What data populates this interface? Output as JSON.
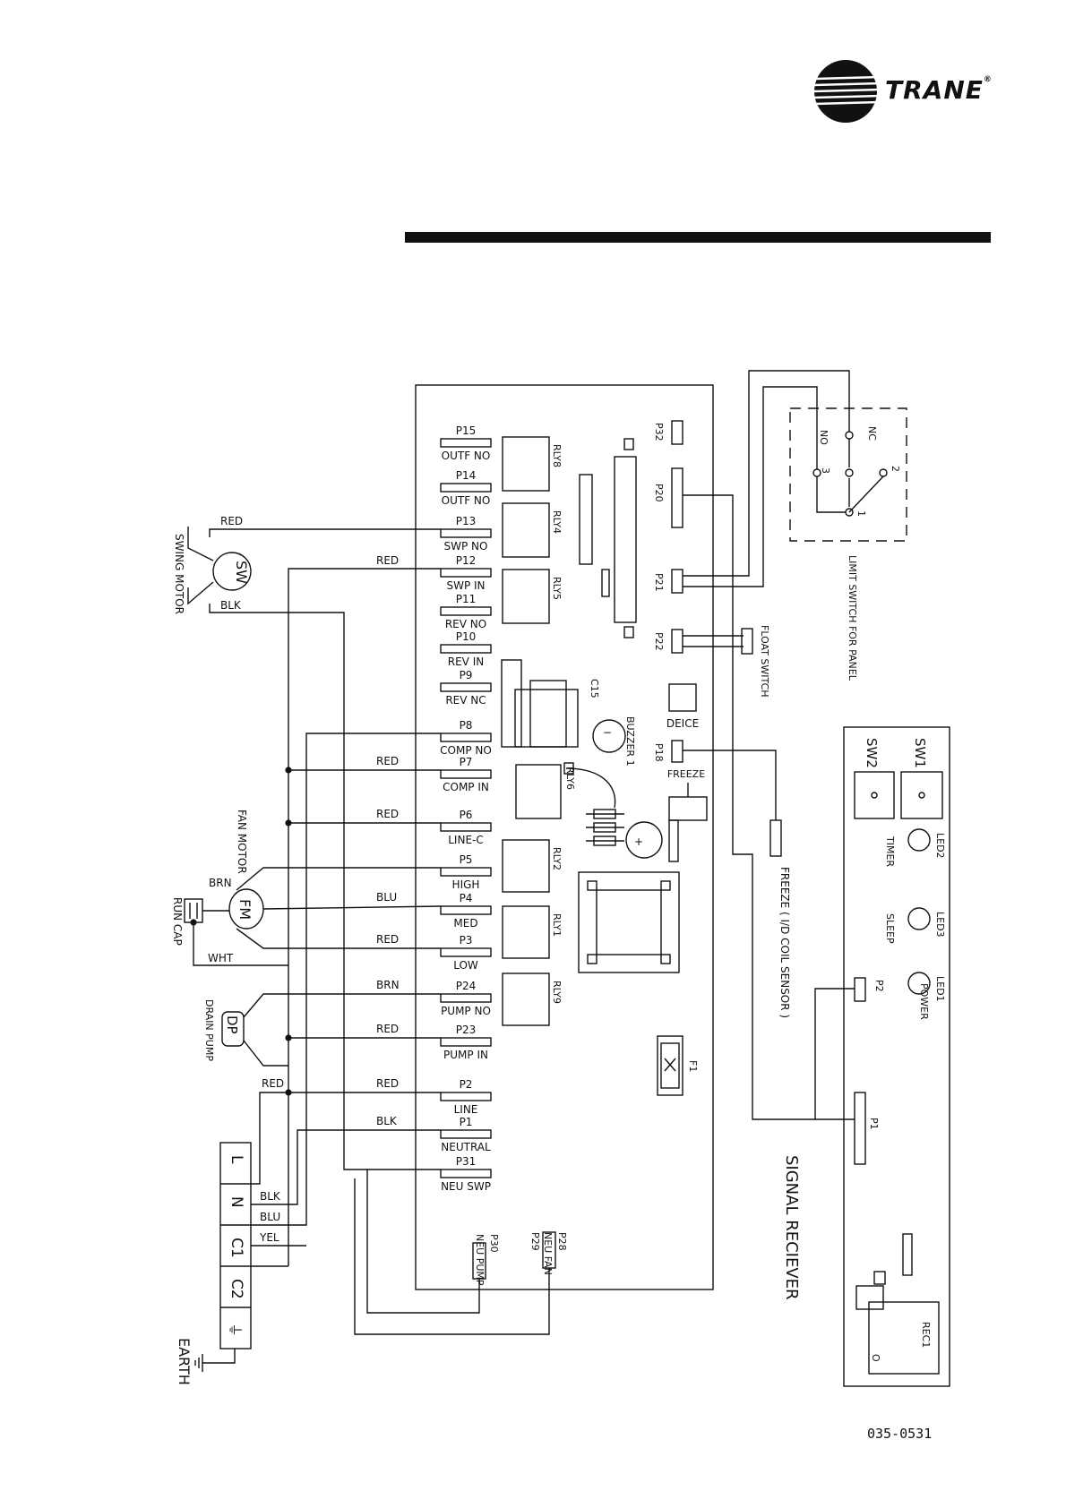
{
  "brand": {
    "name": "TRANE",
    "registered_mark": "®"
  },
  "doc_number": "035-0531",
  "board": {
    "terminals": [
      {
        "id": "P15",
        "label": "OUTF NO"
      },
      {
        "id": "P14",
        "label": "OUTF NO"
      },
      {
        "id": "P13",
        "label": "SWP NO"
      },
      {
        "id": "P12",
        "label": "SWP IN"
      },
      {
        "id": "P11",
        "label": "REV NO"
      },
      {
        "id": "P10",
        "label": "REV IN"
      },
      {
        "id": "P9",
        "label": "REV NC"
      },
      {
        "id": "P8",
        "label": "COMP NO"
      },
      {
        "id": "P7",
        "label": "COMP IN"
      },
      {
        "id": "P6",
        "label": "LINE-C"
      },
      {
        "id": "P5",
        "label": "HIGH"
      },
      {
        "id": "P4",
        "label": "MED"
      },
      {
        "id": "P3",
        "label": "LOW"
      },
      {
        "id": "P24",
        "label": "PUMP NO"
      },
      {
        "id": "P23",
        "label": "PUMP IN"
      },
      {
        "id": "P2",
        "label": "LINE"
      },
      {
        "id": "P1",
        "label": "NEUTRAL"
      },
      {
        "id": "P31",
        "label": "NEU SWP"
      }
    ],
    "relays": [
      "RLY8",
      "RLY4",
      "RLY5",
      "RLY6",
      "RLY2",
      "RLY1",
      "RLY9"
    ],
    "connectors": [
      "P32",
      "P20",
      "P21",
      "P22",
      "P18",
      "P28",
      "P29",
      "P30"
    ],
    "neu_fan": "NEU FAN",
    "neu_pump": "NEU PUMP",
    "c15": "C15",
    "buzzer": "BUZZER 1",
    "deice": "DEICE",
    "freeze": "FREEZE",
    "fuse": "F1"
  },
  "external": {
    "swing_motor": "SWING MOTOR",
    "sw_symbol": "SW",
    "fan_motor": "FAN MOTOR",
    "fm_symbol": "FM",
    "run_cap": "RUN CAP",
    "drain_pump": "DRAIN PUMP",
    "dp_symbol": "DP",
    "earth": "EARTH",
    "terminal_block": [
      "L",
      "N",
      "C1",
      "C2"
    ],
    "limit_switch": "LIMIT SWITCH FOR PANEL",
    "ls_no": "NO",
    "ls_nc": "NC",
    "ls_pins": [
      "1",
      "2",
      "3"
    ],
    "float_switch": "FLOAT SWITCH",
    "freeze_sensor": "FREEZE ( I/D COIL SENSOR )"
  },
  "wire_colors": {
    "red": "RED",
    "blk": "BLK",
    "brn": "BRN",
    "blu": "BLU",
    "wht": "WHT",
    "yel": "YEL"
  },
  "receiver": {
    "title": "SIGNAL RECIEVER",
    "sw1": "SW1",
    "sw2": "SW2",
    "led2": "LED2",
    "timer": "TIMER",
    "led3": "LED3",
    "sleep": "SLEEP",
    "led1": "LED1",
    "power": "POWER",
    "p2": "P2",
    "p1": "P1",
    "rec1": "REC1",
    "rec1_o": "O"
  }
}
